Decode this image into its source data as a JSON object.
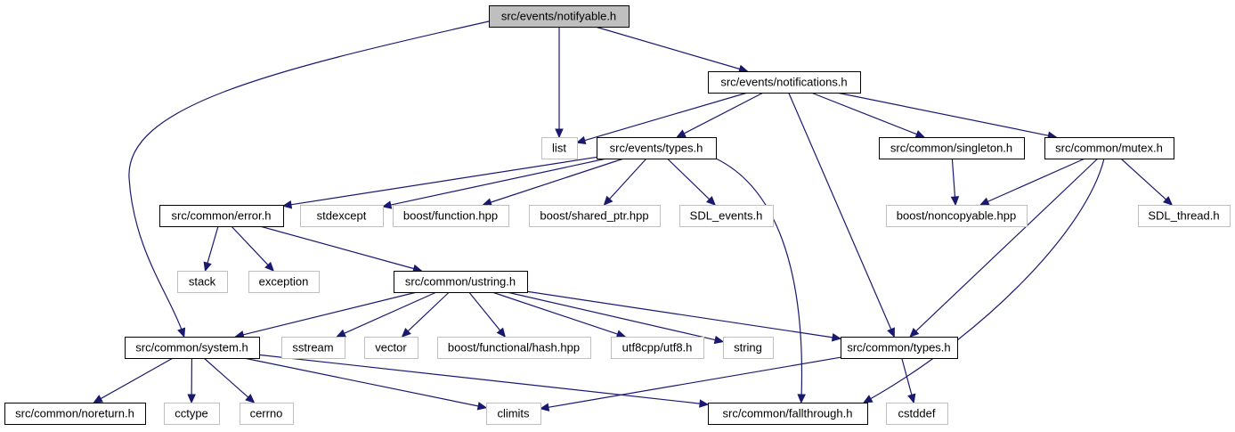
{
  "title": "",
  "colors": {
    "edge": "#191970",
    "root_fill": "#bfbfbf",
    "documented_border": "#000000",
    "external_border": "#bfbfbf",
    "external_text": "#000000",
    "background": "#ffffff"
  },
  "nodes": [
    {
      "id": "notifyable",
      "label": "src/events/notifyable.h",
      "kind": "root"
    },
    {
      "id": "notifications",
      "label": "src/events/notifications.h",
      "kind": "documented"
    },
    {
      "id": "list",
      "label": "list",
      "kind": "external"
    },
    {
      "id": "events_types",
      "label": "src/events/types.h",
      "kind": "documented"
    },
    {
      "id": "singleton",
      "label": "src/common/singleton.h",
      "kind": "documented"
    },
    {
      "id": "mutex",
      "label": "src/common/mutex.h",
      "kind": "documented"
    },
    {
      "id": "error",
      "label": "src/common/error.h",
      "kind": "documented"
    },
    {
      "id": "stdexcept",
      "label": "stdexcept",
      "kind": "external"
    },
    {
      "id": "boost_function",
      "label": "boost/function.hpp",
      "kind": "external"
    },
    {
      "id": "boost_shared_ptr",
      "label": "boost/shared_ptr.hpp",
      "kind": "external"
    },
    {
      "id": "sdl_events",
      "label": "SDL_events.h",
      "kind": "external"
    },
    {
      "id": "boost_noncopyable",
      "label": "boost/noncopyable.hpp",
      "kind": "external"
    },
    {
      "id": "sdl_thread",
      "label": "SDL_thread.h",
      "kind": "external"
    },
    {
      "id": "stack",
      "label": "stack",
      "kind": "external"
    },
    {
      "id": "exception",
      "label": "exception",
      "kind": "external"
    },
    {
      "id": "ustring",
      "label": "src/common/ustring.h",
      "kind": "documented"
    },
    {
      "id": "system",
      "label": "src/common/system.h",
      "kind": "documented"
    },
    {
      "id": "sstream",
      "label": "sstream",
      "kind": "external"
    },
    {
      "id": "vector",
      "label": "vector",
      "kind": "external"
    },
    {
      "id": "boost_hash",
      "label": "boost/functional/hash.hpp",
      "kind": "external"
    },
    {
      "id": "utf8",
      "label": "utf8cpp/utf8.h",
      "kind": "external"
    },
    {
      "id": "string",
      "label": "string",
      "kind": "external"
    },
    {
      "id": "common_types",
      "label": "src/common/types.h",
      "kind": "documented"
    },
    {
      "id": "noreturn",
      "label": "src/common/noreturn.h",
      "kind": "documented"
    },
    {
      "id": "cctype",
      "label": "cctype",
      "kind": "external"
    },
    {
      "id": "cerrno",
      "label": "cerrno",
      "kind": "external"
    },
    {
      "id": "climits",
      "label": "climits",
      "kind": "external"
    },
    {
      "id": "fallthrough",
      "label": "src/common/fallthrough.h",
      "kind": "documented"
    },
    {
      "id": "cstddef",
      "label": "cstddef",
      "kind": "external"
    }
  ],
  "edges": [
    {
      "from": "notifyable",
      "to": "notifications"
    },
    {
      "from": "notifyable",
      "to": "list"
    },
    {
      "from": "notifyable",
      "to": "system"
    },
    {
      "from": "notifications",
      "to": "list"
    },
    {
      "from": "notifications",
      "to": "events_types"
    },
    {
      "from": "notifications",
      "to": "singleton"
    },
    {
      "from": "notifications",
      "to": "mutex"
    },
    {
      "from": "notifications",
      "to": "common_types"
    },
    {
      "from": "events_types",
      "to": "error"
    },
    {
      "from": "events_types",
      "to": "stdexcept"
    },
    {
      "from": "events_types",
      "to": "boost_function"
    },
    {
      "from": "events_types",
      "to": "boost_shared_ptr"
    },
    {
      "from": "events_types",
      "to": "sdl_events"
    },
    {
      "from": "events_types",
      "to": "fallthrough"
    },
    {
      "from": "singleton",
      "to": "boost_noncopyable"
    },
    {
      "from": "mutex",
      "to": "boost_noncopyable"
    },
    {
      "from": "mutex",
      "to": "sdl_thread"
    },
    {
      "from": "mutex",
      "to": "common_types"
    },
    {
      "from": "mutex",
      "to": "fallthrough"
    },
    {
      "from": "error",
      "to": "stack"
    },
    {
      "from": "error",
      "to": "exception"
    },
    {
      "from": "error",
      "to": "ustring"
    },
    {
      "from": "ustring",
      "to": "system"
    },
    {
      "from": "ustring",
      "to": "sstream"
    },
    {
      "from": "ustring",
      "to": "vector"
    },
    {
      "from": "ustring",
      "to": "boost_hash"
    },
    {
      "from": "ustring",
      "to": "utf8"
    },
    {
      "from": "ustring",
      "to": "string"
    },
    {
      "from": "ustring",
      "to": "common_types"
    },
    {
      "from": "system",
      "to": "noreturn"
    },
    {
      "from": "system",
      "to": "cctype"
    },
    {
      "from": "system",
      "to": "cerrno"
    },
    {
      "from": "system",
      "to": "climits"
    },
    {
      "from": "system",
      "to": "fallthrough"
    },
    {
      "from": "common_types",
      "to": "climits"
    },
    {
      "from": "common_types",
      "to": "cstddef"
    }
  ]
}
